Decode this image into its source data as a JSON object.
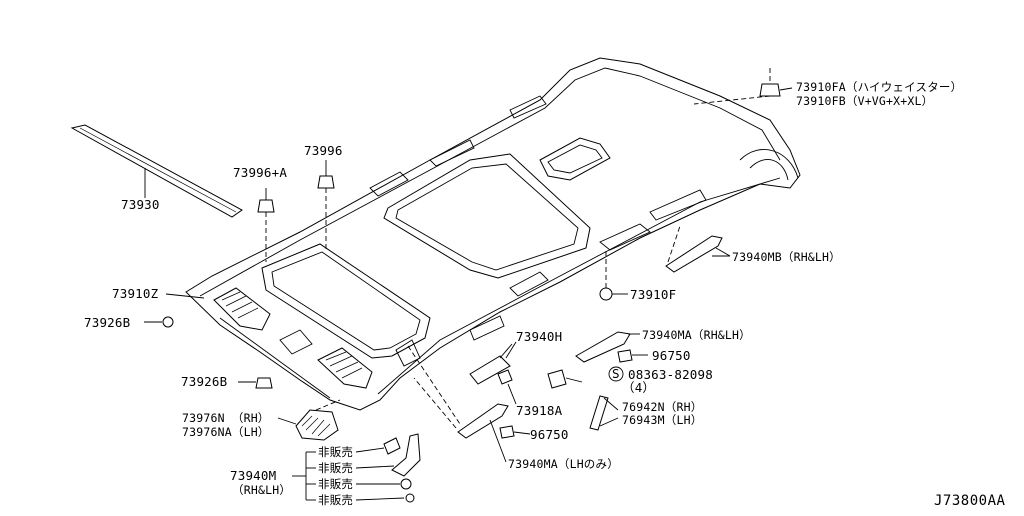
{
  "diagram": {
    "reference": "J73800AA",
    "labels": {
      "p73930": "73930",
      "p73996a": "73996+A",
      "p73996": "73996",
      "p73910fa": "73910FA（ハイウェイスター）",
      "p73910fb": "73910FB（V+VG+X+XL）",
      "p73910z": "73910Z",
      "p73926b_1": "73926B",
      "p73926b_2": "73926B",
      "p73940mb": "73940MB（RH&LH）",
      "p73910f": "73910F",
      "p73940h": "73940H",
      "p73940ma": "73940MA（RH&LH）",
      "p96750_1": "96750",
      "p08363": "08363-82098",
      "p08363_qty": "（4）",
      "p73918a": "73918A",
      "p76942n": "76942N（RH）",
      "p76943m": "76943M（LH）",
      "p96750_2": "96750",
      "p73976n": "73976N （RH）",
      "p73976na": "73976NA（LH）",
      "p73940ma_lh": "73940MA（LHのみ）",
      "p73940m": "73940M",
      "p73940m_side": "（RH&LH）",
      "not_sold_1": "非販売",
      "not_sold_2": "非販売",
      "not_sold_3": "非販売",
      "not_sold_4": "非販売",
      "screw_symbol": "S"
    }
  }
}
